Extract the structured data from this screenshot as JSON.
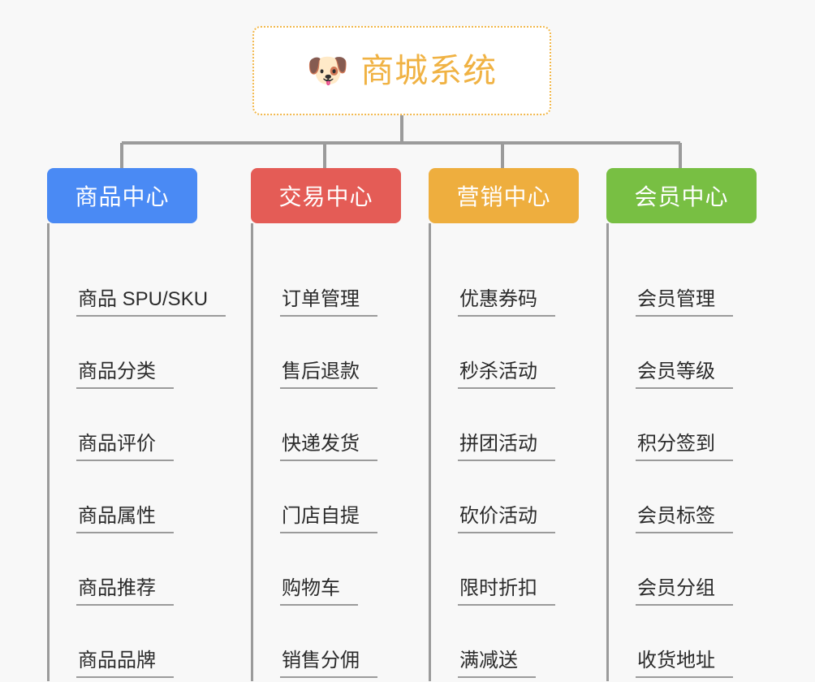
{
  "background_color": "#f8f8f8",
  "root": {
    "icon": "dog-face-emoji",
    "icon_glyph": "🐶",
    "title": "商城系统",
    "text_color": "#f0b243",
    "border_color": "#f2b84b",
    "background_color": "#ffffff"
  },
  "connector_color": "#9b9b9b",
  "branches": [
    {
      "id": "product-center",
      "label": "商品中心",
      "color": "#4a8af4",
      "items": [
        {
          "label": "商品 SPU/SKU"
        },
        {
          "label": "商品分类"
        },
        {
          "label": "商品评价"
        },
        {
          "label": "商品属性"
        },
        {
          "label": "商品推荐"
        },
        {
          "label": "商品品牌"
        }
      ]
    },
    {
      "id": "trade-center",
      "label": "交易中心",
      "color": "#e45c56",
      "items": [
        {
          "label": "订单管理"
        },
        {
          "label": "售后退款"
        },
        {
          "label": "快递发货"
        },
        {
          "label": "门店自提"
        },
        {
          "label": "购物车"
        },
        {
          "label": "销售分佣"
        }
      ]
    },
    {
      "id": "marketing-center",
      "label": "营销中心",
      "color": "#eeae3e",
      "items": [
        {
          "label": "优惠券码"
        },
        {
          "label": "秒杀活动"
        },
        {
          "label": "拼团活动"
        },
        {
          "label": "砍价活动"
        },
        {
          "label": "限时折扣"
        },
        {
          "label": "满减送"
        }
      ]
    },
    {
      "id": "member-center",
      "label": "会员中心",
      "color": "#78bf43",
      "items": [
        {
          "label": "会员管理"
        },
        {
          "label": "会员等级"
        },
        {
          "label": "积分签到"
        },
        {
          "label": "会员标签"
        },
        {
          "label": "会员分组"
        },
        {
          "label": "收货地址"
        }
      ]
    }
  ]
}
